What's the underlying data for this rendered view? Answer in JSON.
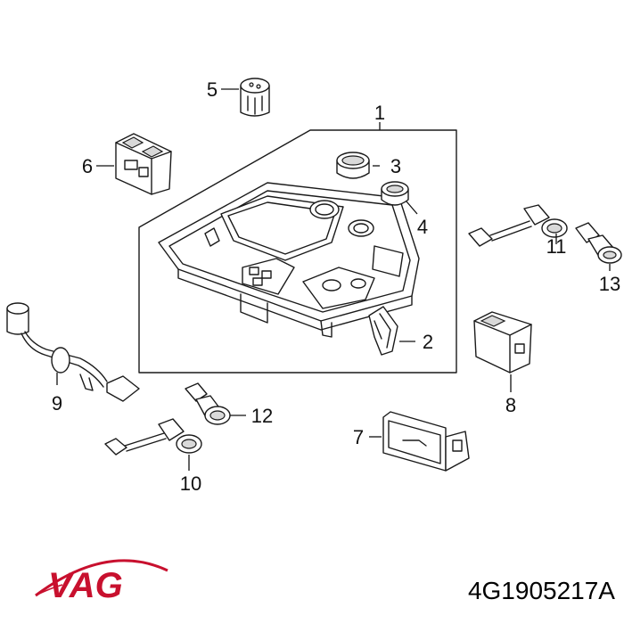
{
  "callouts": [
    {
      "id": "1",
      "label": "1"
    },
    {
      "id": "2",
      "label": "2"
    },
    {
      "id": "3",
      "label": "3"
    },
    {
      "id": "4",
      "label": "4"
    },
    {
      "id": "5",
      "label": "5"
    },
    {
      "id": "6",
      "label": "6"
    },
    {
      "id": "7",
      "label": "7"
    },
    {
      "id": "8",
      "label": "8"
    },
    {
      "id": "9",
      "label": "9"
    },
    {
      "id": "10",
      "label": "10"
    },
    {
      "id": "11",
      "label": "11"
    },
    {
      "id": "12",
      "label": "12"
    },
    {
      "id": "13",
      "label": "13"
    }
  ],
  "brand": {
    "logo_text": "VAG",
    "color": "#c8102e"
  },
  "part_number": "4G1905217A"
}
